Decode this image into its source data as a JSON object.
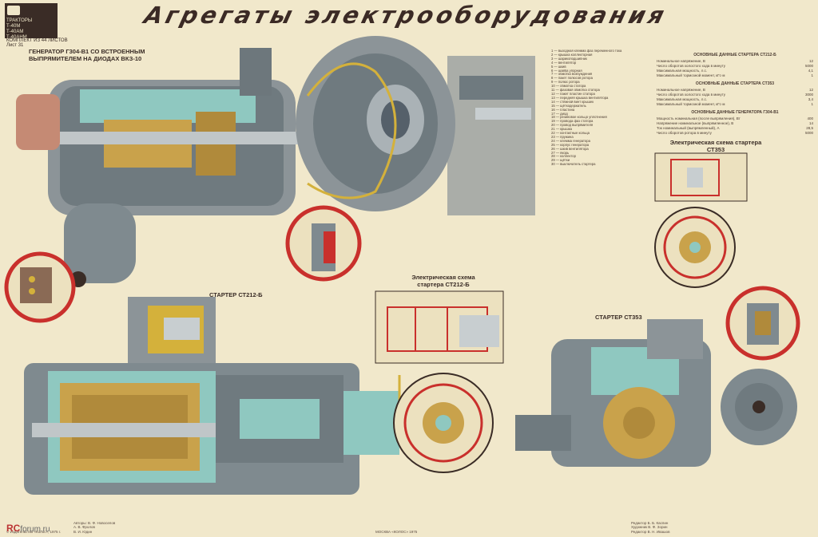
{
  "header": {
    "tractor_block": [
      "ТРАКТОРЫ",
      "Т-40М",
      "Т-40АМ",
      "Т-40АНМ"
    ],
    "kit_label": "КОМПЛЕКТ ИЗ 44 ЛИСТОВ",
    "sheet": "Лист 31",
    "title": "Агрегаты электрооборудования"
  },
  "captions": {
    "generator": "ГЕНЕРАТОР Г304-В1 СО ВСТРОЕННЫМ ВЫПРЯМИТЕЛЕМ НА ДИОДАХ ВКЗ-10",
    "starter_ct212": "СТАРТЕР СТ212-Б",
    "scheme_ct212": "Электрическая схема стартера СТ212-Б",
    "starter_ct353": "СТАРТЕР СТ353",
    "scheme_ct353": "Электрическая схема стартера СТ353"
  },
  "legend": [
    "1 — выходная клемма фаз переменного тока",
    "2 — крышка коллекторная",
    "3 — шарикоподшипник",
    "4 — вентилятор",
    "5 — шкив",
    "6 — шайба упорная",
    "7 — обмотка возбуждения",
    "8 — пакет полюсов ротора",
    "9 — полюс ротора",
    "10 — обмотка статора",
    "11 — фазовая обмотка статора",
    "12 — пакет пластин статора",
    "13 — передняя крышка вентилятора",
    "14 — стяжной винт крышек",
    "15 — щёткодержатель",
    "16 — пластина",
    "17 — диод",
    "18 — резиновое кольцо уплотнения",
    "19 — провода фаз статора",
    "20 — провод выпрямителя",
    "21 — крышка",
    "22 — контактные кольца",
    "23 — пружина",
    "24 — клемма генератора",
    "25 — корпус генератора",
    "26 — шкив вентилятора",
    "27 — якорь",
    "28 — коллектор",
    "29 — щётки",
    "30 — выключатель стартера"
  ],
  "specs": {
    "ct212": {
      "heading": "ОСНОВНЫЕ ДАННЫЕ СТАРТЕРА СТ212-Б",
      "rows": [
        [
          "Номинальное напряжение, В",
          "12"
        ],
        [
          "Число оборотов холостого хода в минуту",
          "5000"
        ],
        [
          "Максимальная мощность, л.с.",
          "4,1"
        ],
        [
          "Максимальный тормозной момент, кГс·м",
          "1"
        ]
      ]
    },
    "ct353": {
      "heading": "ОСНОВНЫЕ ДАННЫЕ СТАРТЕРА СТ353",
      "rows": [
        [
          "Номинальное напряжение, В",
          "12"
        ],
        [
          "Число оборотов холостого хода в минуту",
          "3000"
        ],
        [
          "Максимальная мощность, л.с.",
          "3,4"
        ],
        [
          "Максимальный тормозной момент, кГс·м",
          "1"
        ]
      ]
    },
    "g304": {
      "heading": "ОСНОВНЫЕ ДАННЫЕ ГЕНЕРАТОРА Г304-В1",
      "rows": [
        [
          "Мощность номинальная (после выпрямления), Вт",
          "400"
        ],
        [
          "Напряжение номинальное (выпрямленное), В",
          "14"
        ],
        [
          "Ток номинальный (выпрямленный), А",
          "28,5"
        ],
        [
          "Число оборотов ротора в минуту",
          "5000"
        ]
      ]
    }
  },
  "footer": {
    "left": "© Издательство «Колос», 1975 г.",
    "authors": [
      "Авторы: В. Ф. Новоселов",
      "А. В. Фролов",
      "В. И. Юдин"
    ],
    "center": "МОСКВА «КОЛОС» 1975",
    "right": [
      "Редактор Б. Б. Каспин",
      "Художник В. Ф. Зорин",
      "Редактор В. Н. Ивашов"
    ]
  },
  "watermark": {
    "brand": "RC",
    "site": "forum.ru"
  },
  "colors": {
    "bg": "#f1e8cb",
    "metal": "#7f8a8f",
    "cutaway": "#8fc8c0",
    "copper": "#c9a24b",
    "red": "#c9302c",
    "dark": "#3a2c26"
  }
}
